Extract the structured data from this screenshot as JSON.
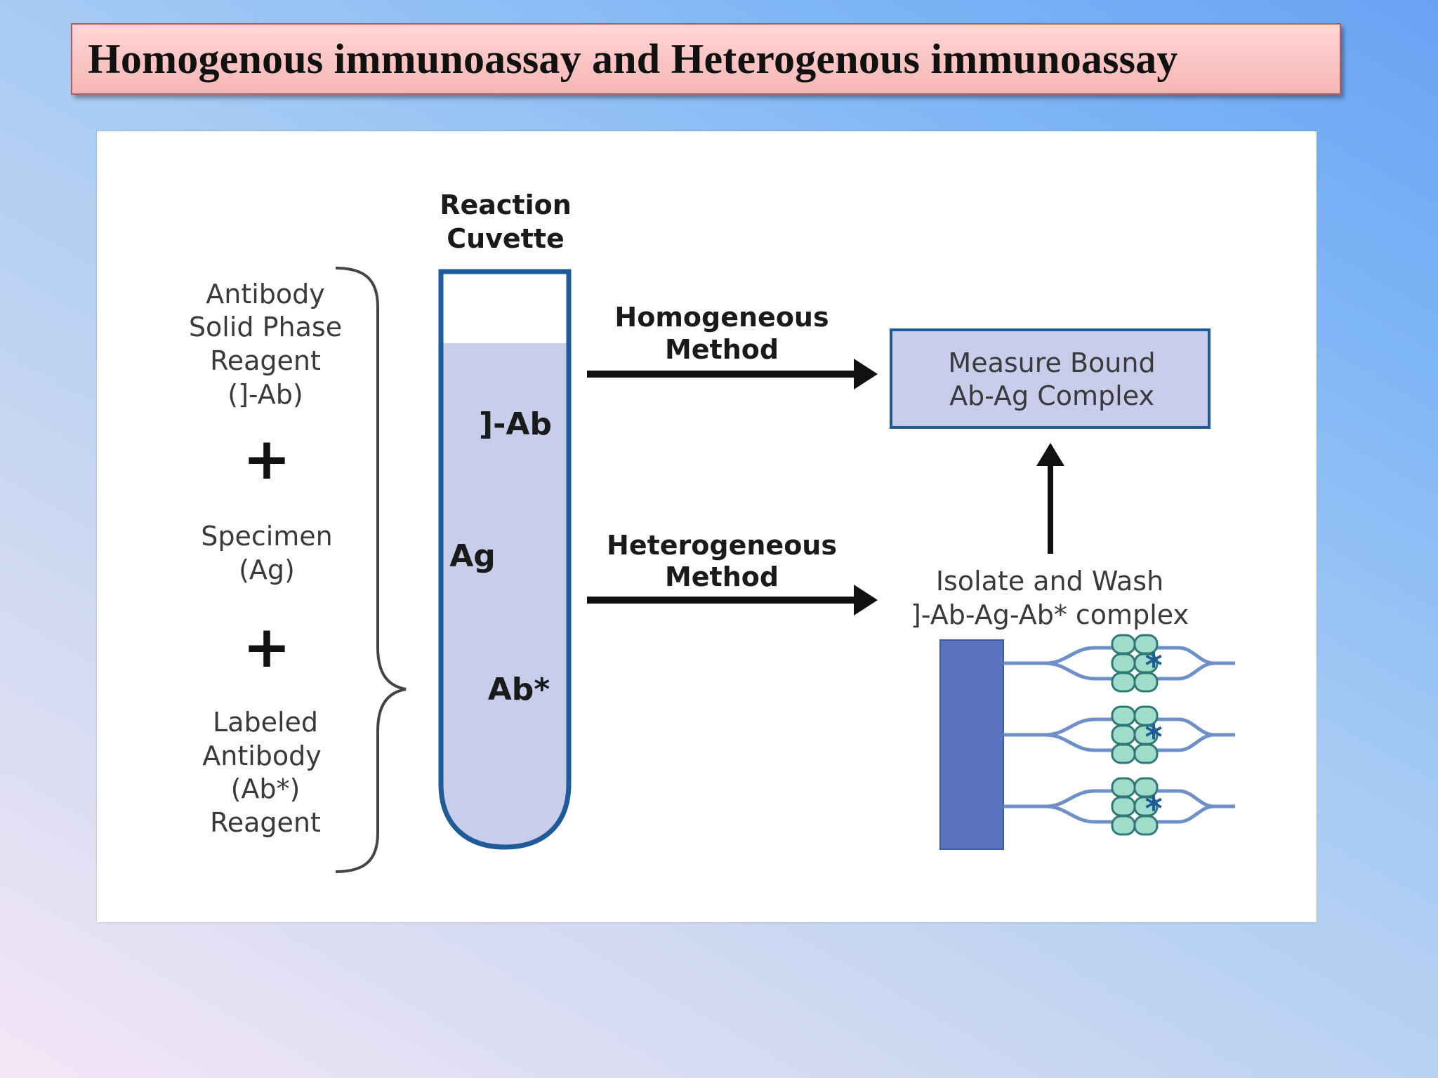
{
  "title": "Homogenous immunoassay and Heterogenous immunoassay",
  "diagram": {
    "cuvette_label": [
      "Reaction",
      "Cuvette"
    ],
    "reagent_1": [
      "Antibody",
      "Solid Phase",
      "Reagent",
      "(]-Ab)"
    ],
    "plus_sign": "+",
    "specimen": [
      "Specimen",
      "(Ag)"
    ],
    "reagent_2": [
      "Labeled",
      "Antibody",
      "(Ab*)",
      "Reagent"
    ],
    "tube_contents": [
      "]-Ab",
      "Ag",
      "Ab*"
    ],
    "homogeneous_label": [
      "Homogeneous",
      "Method"
    ],
    "heterogeneous_label": [
      "Heterogeneous",
      "Method"
    ],
    "measure_box": [
      "Measure Bound",
      "Ab-Ag Complex"
    ],
    "isolate_label": [
      "Isolate and Wash",
      "]-Ab-Ag-Ab* complex"
    ],
    "label_marker": "*",
    "colors": {
      "tube_fill": "#c7cdeb",
      "tube_border": "#1f5a99",
      "solid_phase": "#5a73bd",
      "antibody_green": "#9fdcc9"
    }
  }
}
